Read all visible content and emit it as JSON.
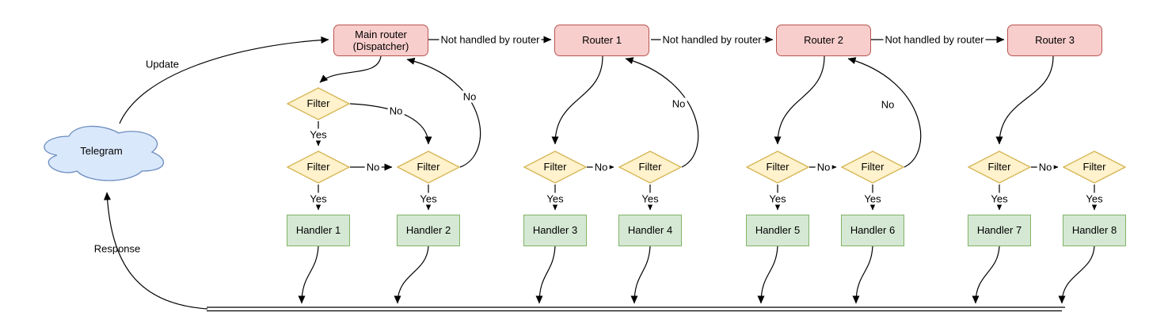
{
  "colors": {
    "router_fill": "#f8cecc",
    "router_stroke": "#b85450",
    "filter_fill": "#fff2cc",
    "filter_stroke": "#d6b656",
    "handler_fill": "#d5e8d4",
    "handler_stroke": "#82b366",
    "cloud_fill": "#dae8fc",
    "cloud_stroke": "#6c8ebf",
    "edge": "#000000"
  },
  "nodes": {
    "cloud": "Telegram",
    "routers": [
      "Main router (Dispatcher)",
      "Router 1",
      "Router 2",
      "Router 3"
    ],
    "filter": "Filter",
    "handlers": [
      "Handler 1",
      "Handler 2",
      "Handler 3",
      "Handler 4",
      "Handler 5",
      "Handler 6",
      "Handler 7",
      "Handler 8"
    ]
  },
  "edges": {
    "update": "Update",
    "response": "Response",
    "not_handled": "Not handled by router",
    "yes": "Yes",
    "no": "No"
  }
}
